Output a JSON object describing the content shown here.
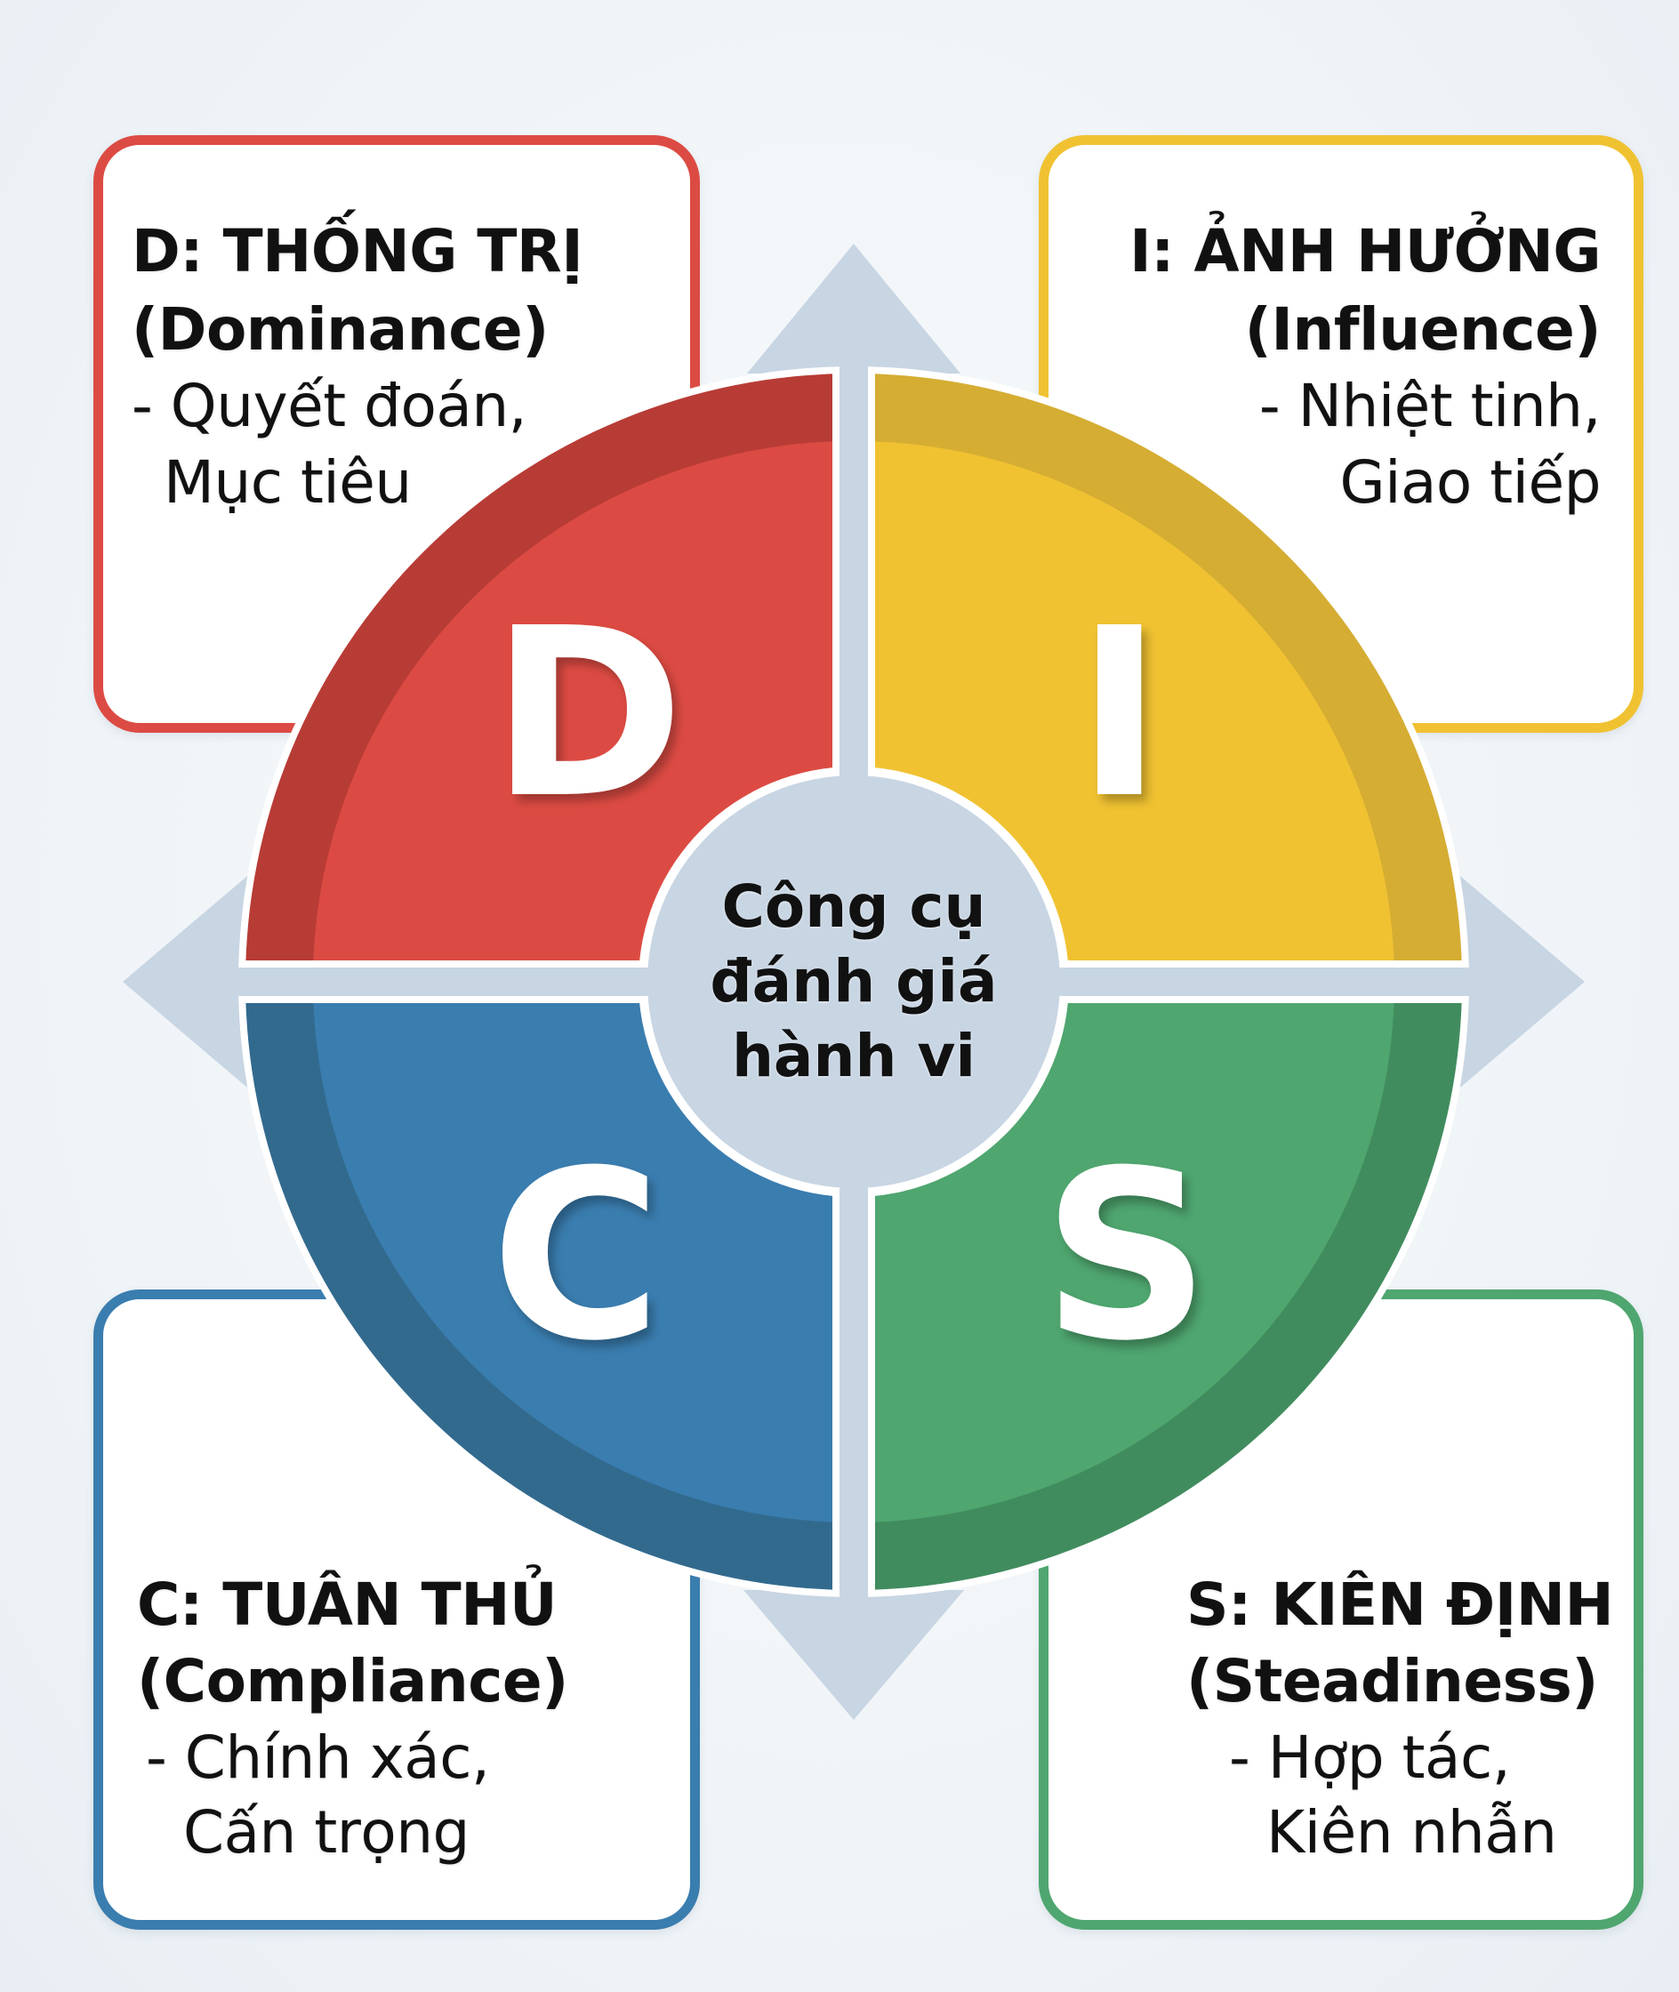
{
  "title": "DISC",
  "center": {
    "lines": [
      "Công cụ",
      "đánh giá",
      "hành vi"
    ]
  },
  "quadrants": [
    {
      "key": "D",
      "letter": "D",
      "position": "top-left",
      "color": "#DC4B43",
      "ring_color": "#B83C36"
    },
    {
      "key": "I",
      "letter": "I",
      "position": "top-right",
      "color": "#F0C232",
      "ring_color": "#D5AD33"
    },
    {
      "key": "S",
      "letter": "S",
      "position": "bottom-right",
      "color": "#4FA66F",
      "ring_color": "#418C5E"
    },
    {
      "key": "C",
      "letter": "C",
      "position": "bottom-left",
      "color": "#3A7DAF",
      "ring_color": "#326A8E"
    }
  ],
  "cards": {
    "d": {
      "title": "D: THỐNG TRỊ",
      "subtitle": "(Dominance)",
      "desc1": "- Quyết đoán,",
      "desc2": "Mục tiêu",
      "border_color": "#DC4B43"
    },
    "i": {
      "title": "I: ẢNH HƯỞNG",
      "subtitle": "(Influence)",
      "desc1": "- Nhiệt tinh,",
      "desc2": "Giao tiếp",
      "border_color": "#F0C232"
    },
    "c": {
      "title": "C: TUÂN THỦ",
      "subtitle": "(Compliance)",
      "desc1": "- Chính xác,",
      "desc2": "Cấn trọng",
      "border_color": "#3A7DAF"
    },
    "s": {
      "title": "S: KIÊN ĐỊNH",
      "subtitle": "(Steadiness)",
      "desc1": "- Hợp tác,",
      "desc2": "Kiên nhẫn",
      "border_color": "#4FA66F"
    }
  },
  "arrows": [
    {
      "direction": "up"
    },
    {
      "direction": "right"
    },
    {
      "direction": "down"
    },
    {
      "direction": "left"
    }
  ],
  "colors": {
    "arrow": "#C8D5E3",
    "center_fill": "#C8D5E3",
    "background": "#F2F6F9"
  }
}
